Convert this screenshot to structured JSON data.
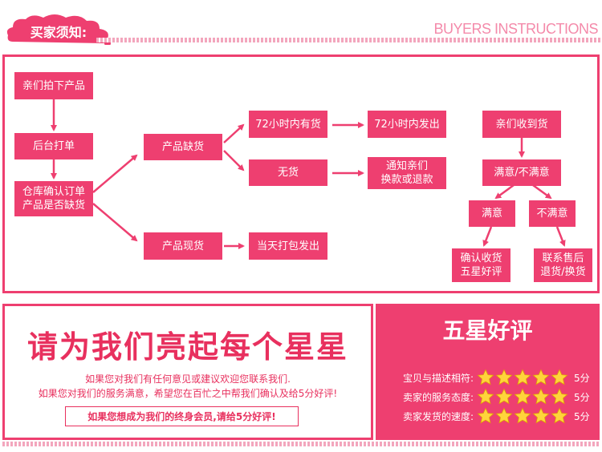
{
  "header": {
    "title": "买家须知:",
    "english": "BUYERS INSTRUCTIONS"
  },
  "flow": {
    "step_bid": "亲们拍下产品",
    "step_order": "后台打单",
    "step_check": "仓库确认订单\n产品是否缺货",
    "out_of_stock": "产品缺货",
    "in_stock": "产品现货",
    "has_72h": "72小时内有货",
    "ship_72h": "72小时内发出",
    "no_stock": "无货",
    "notify": "通知亲们\n换款或退款",
    "same_day": "当天打包发出",
    "received": "亲们收到货",
    "satisfied_or_not": "满意/不满意",
    "satisfied": "满意",
    "unsatisfied": "不满意",
    "confirm_review": "确认收货\n五星好评",
    "contact_service": "联系售后\n退货/换货"
  },
  "slogan": {
    "main": "请为我们亮起每个星星",
    "line1": "如果您对我们有任何意见或建议欢迎您联系我们.",
    "line2": "如果您对我们的服务满意，希望您在百忙之中帮我们确认及给5分好评!",
    "member": "如果您想成为我们的终身会员,请给5分好评!"
  },
  "rating": {
    "title": "五星好评",
    "rows": [
      {
        "label": "宝贝与描述相符:",
        "stars": 5,
        "score": "5分"
      },
      {
        "label": "卖家的服务态度:",
        "stars": 5,
        "score": "5分"
      },
      {
        "label": "卖家发货的速度:",
        "stars": 5,
        "score": "5分"
      }
    ]
  },
  "colors": {
    "accent": "#ee3f70",
    "stripe": "#f3a6bd",
    "star_fill": "#ffd43b"
  }
}
